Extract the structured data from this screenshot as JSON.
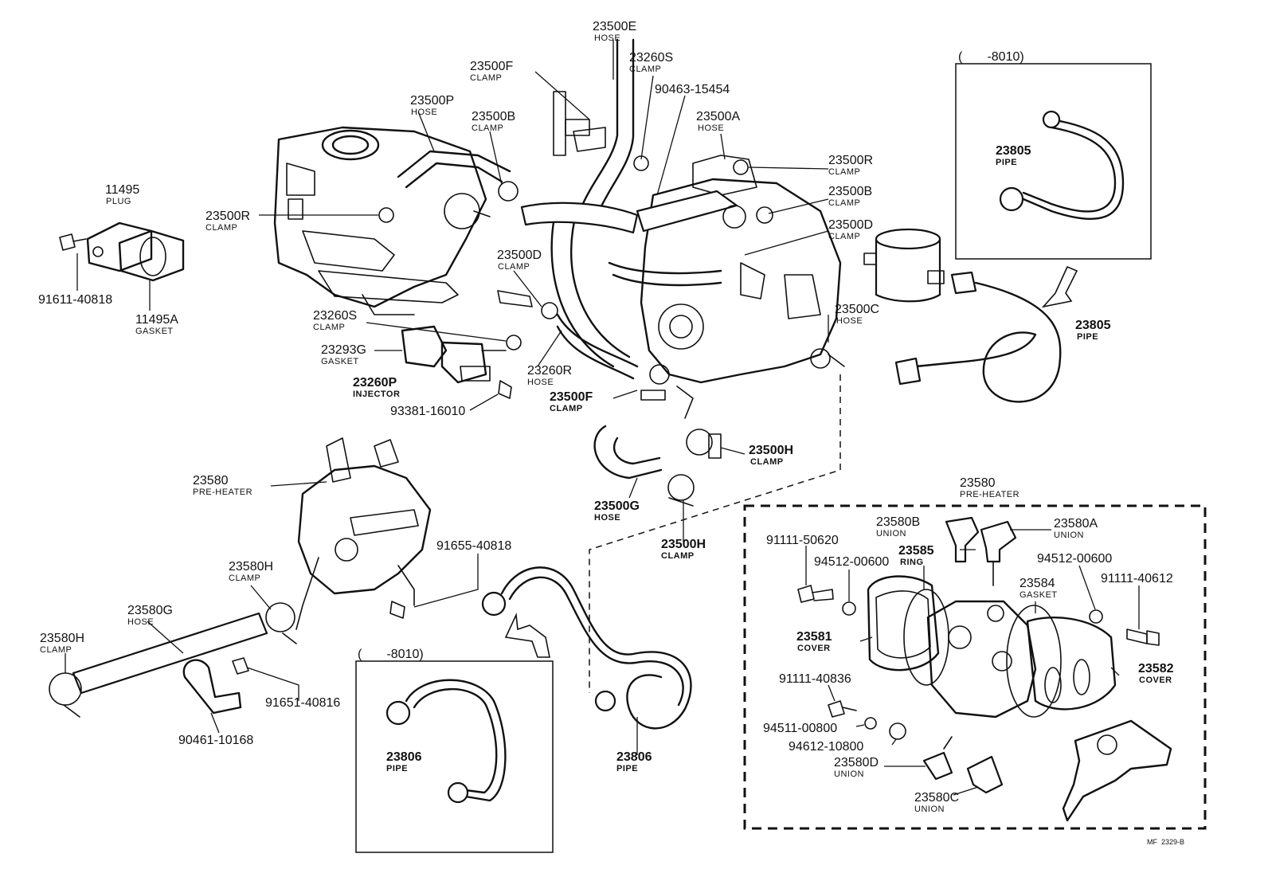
{
  "diagram_ref": "MF  2329-B",
  "range_labels": {
    "box_top_right": "(       -8010)",
    "box_bottom_center": "(       -8010)"
  },
  "callouts": {
    "c_23500E": {
      "number": "23500E",
      "caption": "HOSE"
    },
    "c_23500F_top": {
      "number": "23500F",
      "caption": "CLAMP"
    },
    "c_23260S_top": {
      "number": "23260S",
      "caption": "CLAMP"
    },
    "c_90463": {
      "number": "90463-15454",
      "caption": ""
    },
    "c_23500P": {
      "number": "23500P",
      "caption": "HOSE"
    },
    "c_23500B_top": {
      "number": "23500B",
      "caption": "CLAMP"
    },
    "c_23500A": {
      "number": "23500A",
      "caption": "HOSE"
    },
    "c_23500R_right": {
      "number": "23500R",
      "caption": "CLAMP"
    },
    "c_23500B_right": {
      "number": "23500B",
      "caption": "CLAMP"
    },
    "c_23500D_right": {
      "number": "23500D",
      "caption": "CLAMP"
    },
    "c_11495": {
      "number": "11495",
      "caption": "PLUG"
    },
    "c_23500R_left": {
      "number": "23500R",
      "caption": "CLAMP"
    },
    "c_91611": {
      "number": "91611-40818",
      "caption": ""
    },
    "c_11495A": {
      "number": "11495A",
      "caption": "GASKET"
    },
    "c_23500D_mid": {
      "number": "23500D",
      "caption": "CLAMP"
    },
    "c_23260S_mid": {
      "number": "23260S",
      "caption": "CLAMP"
    },
    "c_23293G": {
      "number": "23293G",
      "caption": "GASKET"
    },
    "c_23260P": {
      "number": "23260P",
      "caption": "INJECTOR"
    },
    "c_93381": {
      "number": "93381-16010",
      "caption": ""
    },
    "c_23260R": {
      "number": "23260R",
      "caption": "HOSE"
    },
    "c_23500F_mid": {
      "number": "23500F",
      "caption": "CLAMP"
    },
    "c_23500C": {
      "number": "23500C",
      "caption": "HOSE"
    },
    "c_23805_box": {
      "number": "23805",
      "caption": "PIPE"
    },
    "c_23805_main": {
      "number": "23805",
      "caption": "PIPE"
    },
    "c_23500H_right": {
      "number": "23500H",
      "caption": "CLAMP"
    },
    "c_23500G": {
      "number": "23500G",
      "caption": "HOSE"
    },
    "c_23500H_bottom": {
      "number": "23500H",
      "caption": "CLAMP"
    },
    "c_23580_left": {
      "number": "23580",
      "caption": "PRE-HEATER"
    },
    "c_91655": {
      "number": "91655-40818",
      "caption": ""
    },
    "c_23580H_mid": {
      "number": "23580H",
      "caption": "CLAMP"
    },
    "c_23580G": {
      "number": "23580G",
      "caption": "HOSE"
    },
    "c_23580H_left": {
      "number": "23580H",
      "caption": "CLAMP"
    },
    "c_91651": {
      "number": "91651-40816",
      "caption": ""
    },
    "c_90461": {
      "number": "90461-10168",
      "caption": ""
    },
    "c_23806_box": {
      "number": "23806",
      "caption": "PIPE"
    },
    "c_23806_main": {
      "number": "23806",
      "caption": "PIPE"
    },
    "c_23580_right": {
      "number": "23580",
      "caption": "PRE-HEATER"
    },
    "c_23580B": {
      "number": "23580B",
      "caption": "UNION"
    },
    "c_23580A": {
      "number": "23580A",
      "caption": "UNION"
    },
    "c_91111_50620": {
      "number": "91111-50620",
      "caption": ""
    },
    "c_94512_left": {
      "number": "94512-00600",
      "caption": ""
    },
    "c_23585": {
      "number": "23585",
      "caption": "RING"
    },
    "c_94512_right": {
      "number": "94512-00600",
      "caption": ""
    },
    "c_23584": {
      "number": "23584",
      "caption": "GASKET"
    },
    "c_91111_40612": {
      "number": "91111-40612",
      "caption": ""
    },
    "c_23581": {
      "number": "23581",
      "caption": "COVER"
    },
    "c_23582": {
      "number": "23582",
      "caption": "COVER"
    },
    "c_91111_40836": {
      "number": "91111-40836",
      "caption": ""
    },
    "c_94511": {
      "number": "94511-00800",
      "caption": ""
    },
    "c_94612": {
      "number": "94612-10800",
      "caption": ""
    },
    "c_23580D": {
      "number": "23580D",
      "caption": "UNION"
    },
    "c_23580C": {
      "number": "23580C",
      "caption": "UNION"
    }
  }
}
